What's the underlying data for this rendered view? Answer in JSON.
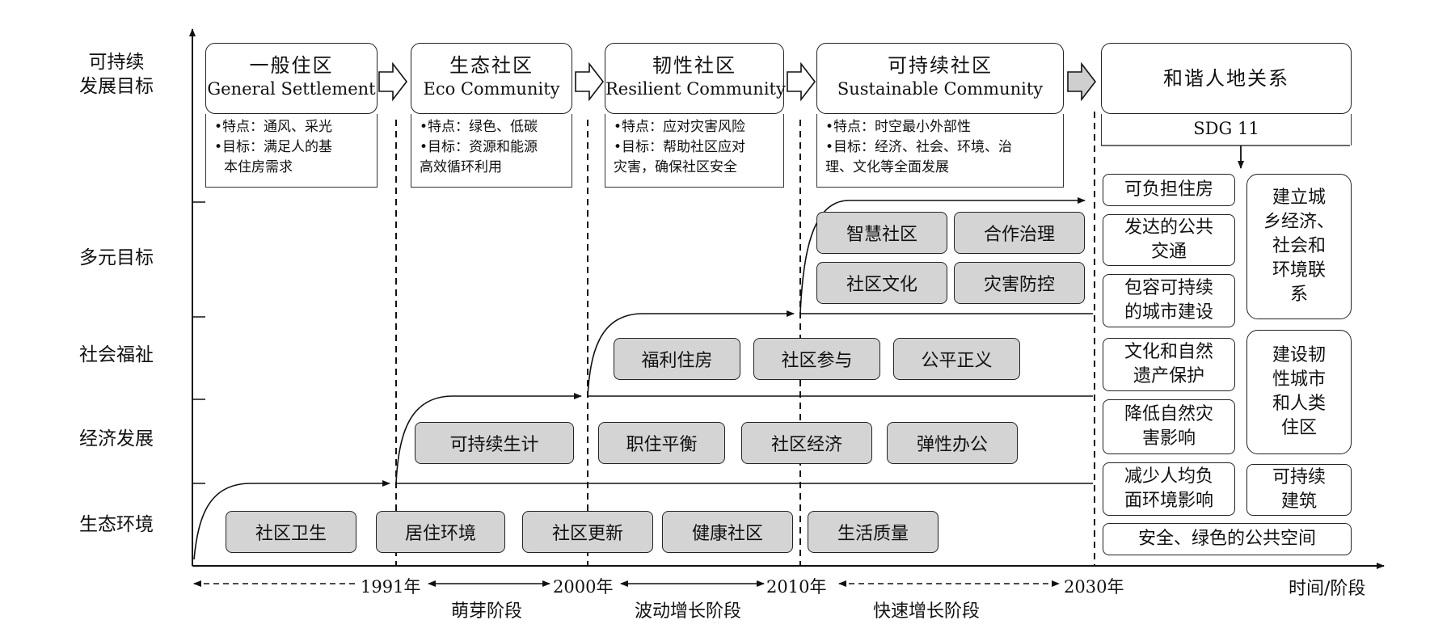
{
  "y_axis": {
    "levels": [
      {
        "line1": "可持续",
        "line2": "发展目标"
      },
      {
        "line1": "多元目标"
      },
      {
        "line1": "社会福祉"
      },
      {
        "line1": "经济发展"
      },
      {
        "line1": "生态环境"
      }
    ]
  },
  "stages": [
    {
      "zh": "一般住区",
      "en": "General Settlement",
      "feature": "•特点：通风、采光",
      "goal1": "•目标：满足人的基",
      "goal2": "本住房需求"
    },
    {
      "zh": "生态社区",
      "en": "Eco Community",
      "feature": "•特点：绿色、低碳",
      "goal1": "•目标：资源和能源",
      "goal2": "高效循环利用"
    },
    {
      "zh": "韧性社区",
      "en": "Resilient Community",
      "feature": "•特点：应对灾害风险",
      "goal1": "•目标：帮助社区应对",
      "goal2": "灾害，确保社区安全"
    },
    {
      "zh": "可持续社区",
      "en": "Sustainable Community",
      "feature": "•特点：时空最小外部性",
      "goal1": "•目标：经济、社会、环境、治",
      "goal2": "理、文化等全面发展"
    }
  ],
  "future": {
    "title": "和谐人地关系",
    "sdg": "SDG 11"
  },
  "multi_goals": [
    "智慧社区",
    "合作治理",
    "社区文化",
    "灾害防控"
  ],
  "welfare": [
    "福利住房",
    "社区参与",
    "公平正义"
  ],
  "economy": [
    "可持续生计",
    "职住平衡",
    "社区经济",
    "弹性办公"
  ],
  "ecology": [
    "社区卫生",
    "居住环境",
    "社区更新",
    "健康社区",
    "生活质量"
  ],
  "sdg_targets": {
    "left": [
      {
        "l1": "可负担住房"
      },
      {
        "l1": "发达的公共",
        "l2": "交通"
      },
      {
        "l1": "包容可持续",
        "l2": "的城市建设"
      },
      {
        "l1": "文化和自然",
        "l2": "遗产保护"
      },
      {
        "l1": "降低自然灾",
        "l2": "害影响"
      },
      {
        "l1": "减少人均负",
        "l2": "面环境影响"
      }
    ],
    "right": [
      {
        "l1": "建立城",
        "l2": "乡经济、",
        "l3": "社会和",
        "l4": "环境联",
        "l5": "系"
      },
      {
        "l1": "建设韧",
        "l2": "性城市",
        "l3": "和人类",
        "l4": "住区"
      },
      {
        "l1": "可持续",
        "l2": "建筑"
      }
    ],
    "bottom": "安全、绿色的公共空间"
  },
  "x_axis": {
    "years": [
      "1991年",
      "2000年",
      "2010年",
      "2030年"
    ],
    "axis_label": "时间/阶段",
    "phases": [
      "萌芽阶段",
      "波动增长阶段",
      "快速增长阶段"
    ]
  }
}
